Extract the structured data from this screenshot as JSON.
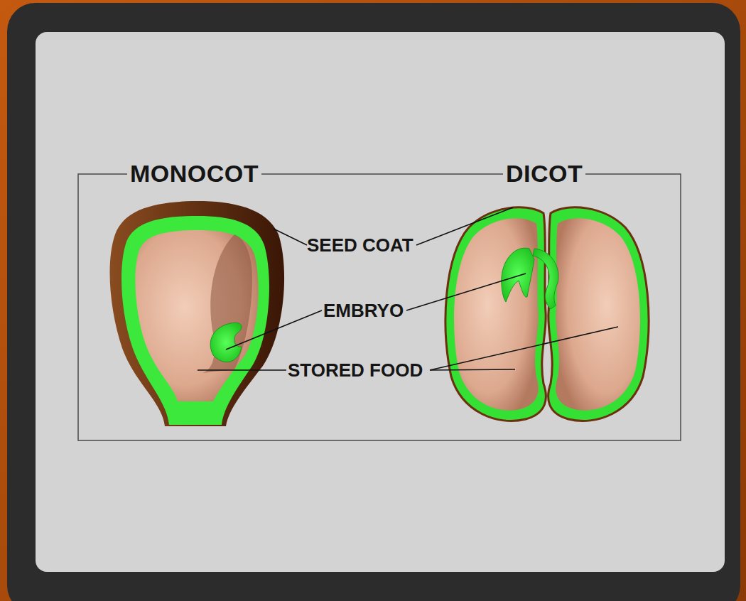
{
  "diagram": {
    "labels": [
      "MONOCOT",
      "DICOT",
      "SEED COAT",
      "EMBRYO",
      "STORED FOOD"
    ]
  }
}
